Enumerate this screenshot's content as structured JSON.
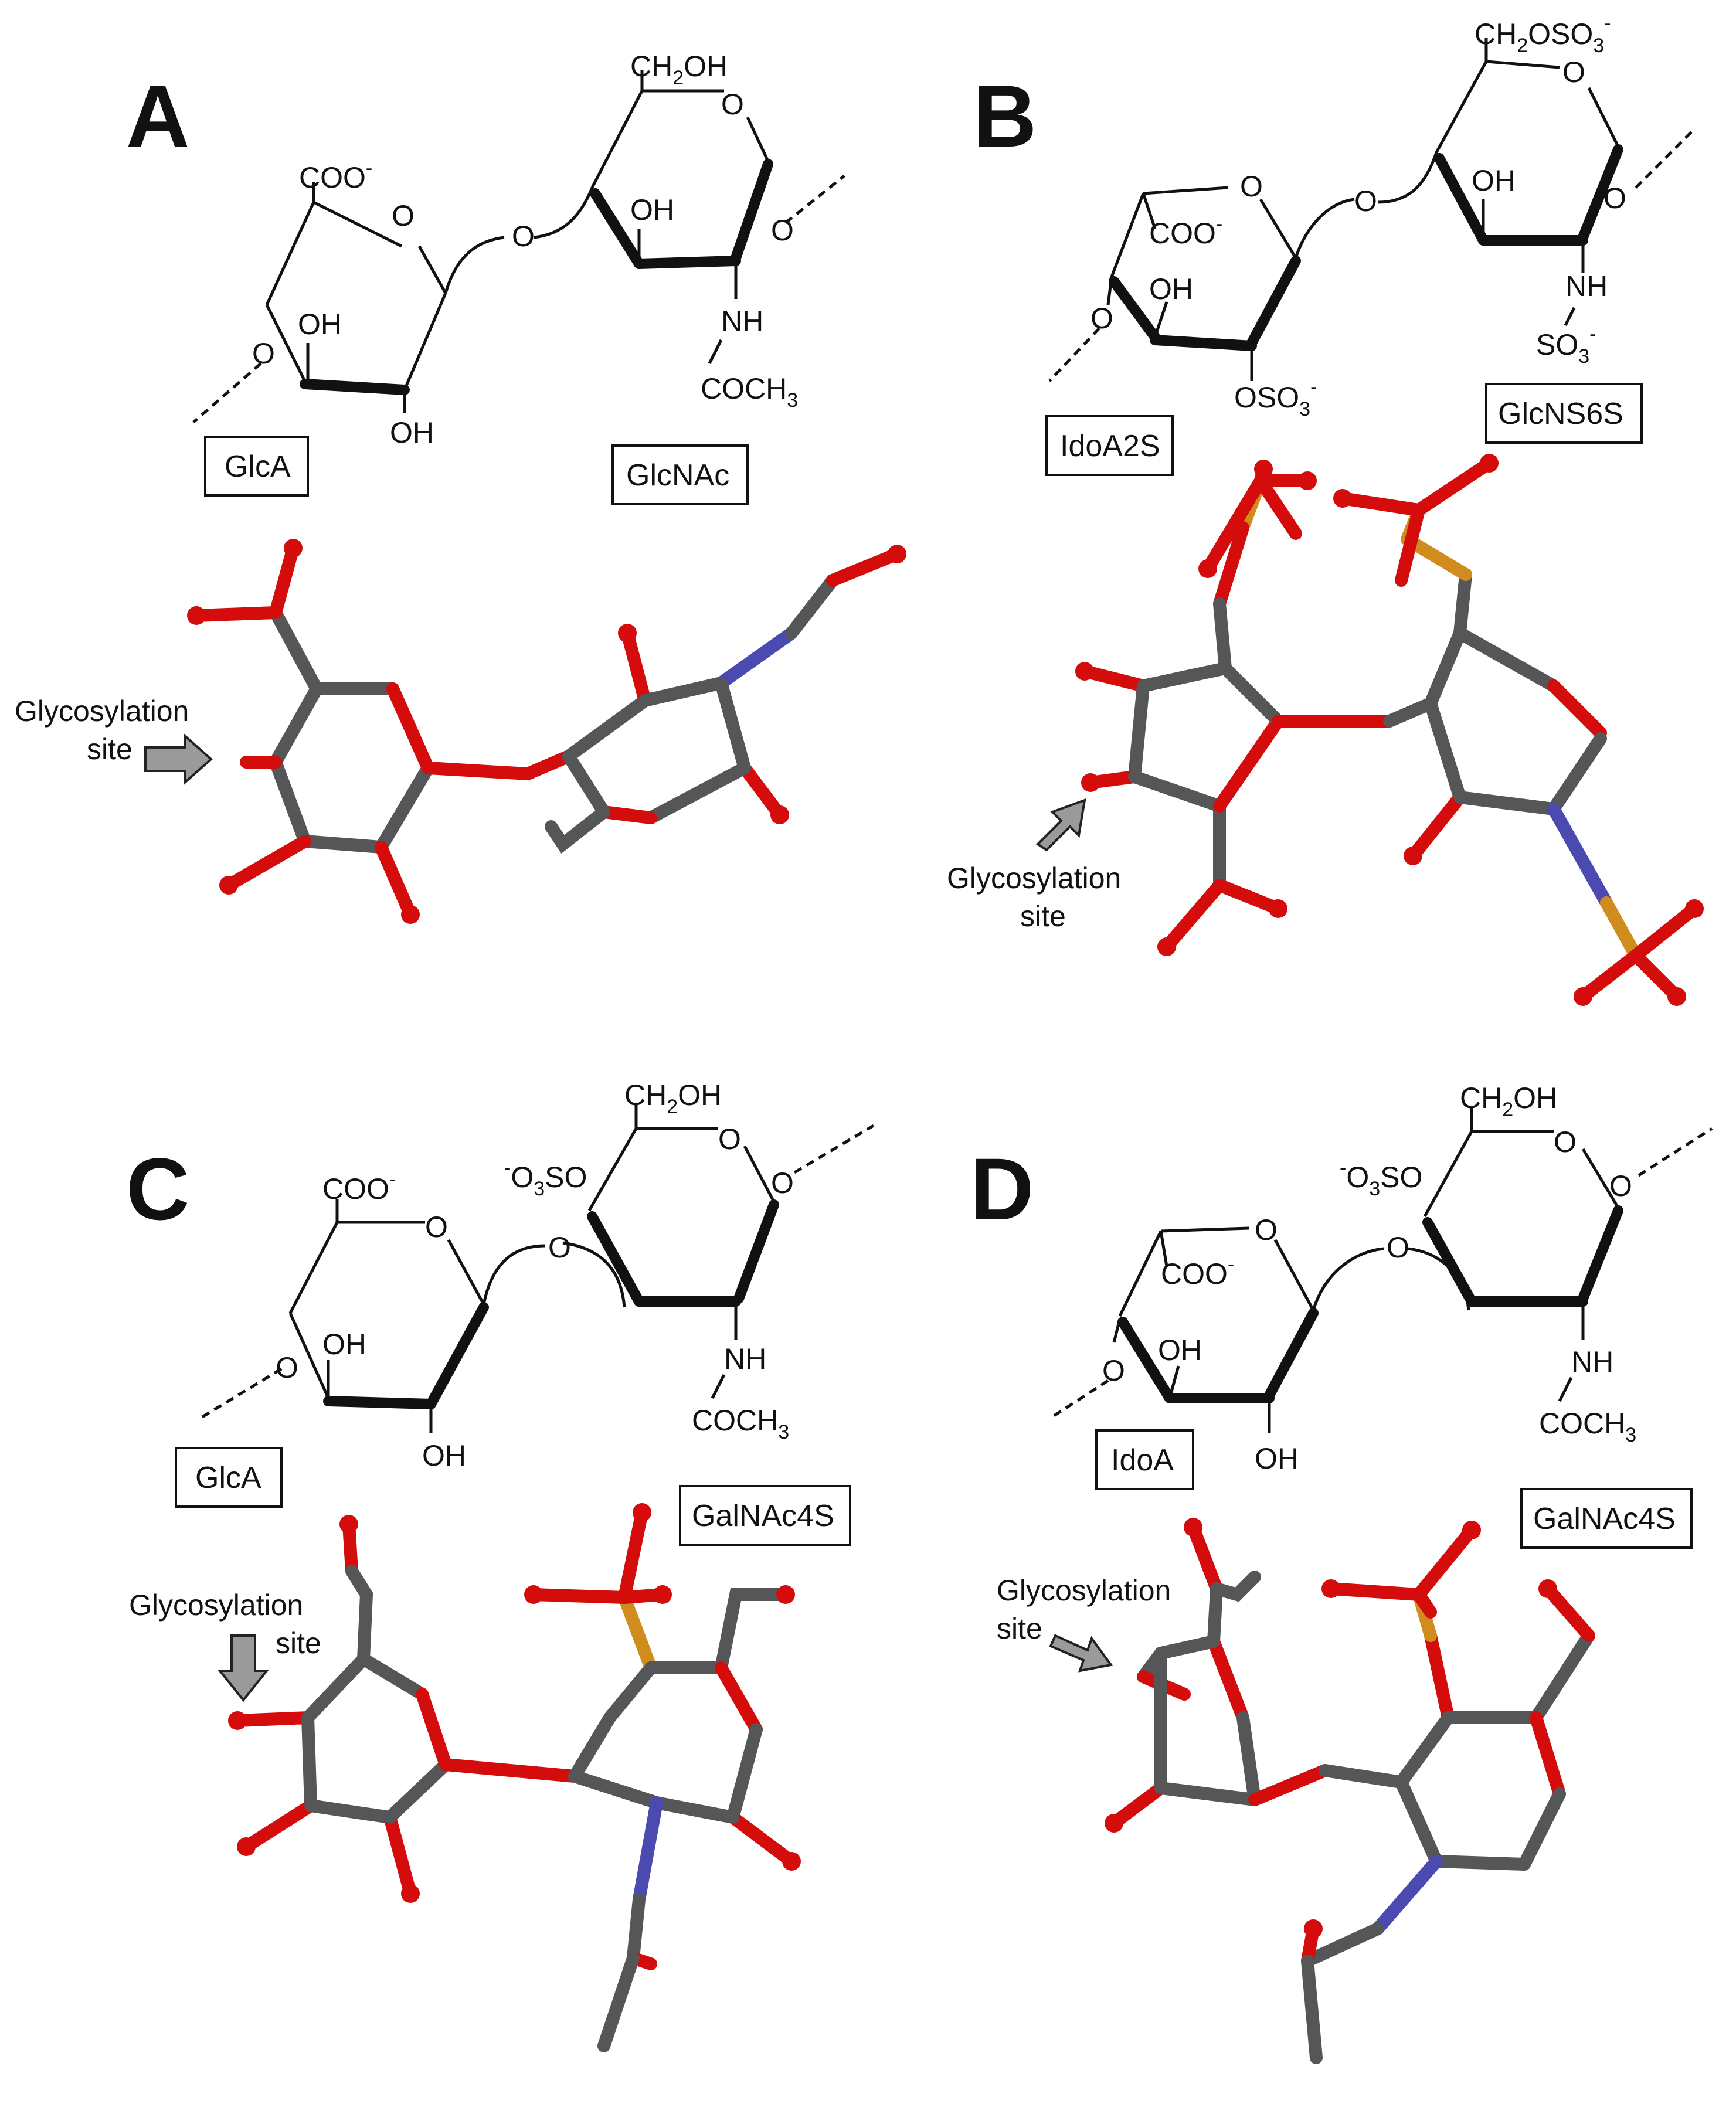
{
  "panels": [
    {
      "letter": "A",
      "residue_left": "GlcA",
      "residue_right": "GlcNAc",
      "site_line1": "Glycosylation",
      "site_line2": "site"
    },
    {
      "letter": "B",
      "residue_left": "IdoA2S",
      "residue_right": "GlcNS6S",
      "site_line1": "Glycosylation",
      "site_line2": "site"
    },
    {
      "letter": "C",
      "residue_left": "GlcA",
      "residue_right": "GalNAc4S",
      "site_line1": "Glycosylation",
      "site_line2": "site"
    },
    {
      "letter": "D",
      "residue_left": "IdoA",
      "residue_right": "GalNAc4S",
      "site_line1": "Glycosylation",
      "site_line2": "site"
    }
  ],
  "atoms": {
    "O": "O",
    "OH": "OH",
    "COO": "COO",
    "CH2OH_main": "CH",
    "CH2OH_sub": "2",
    "CH2OH_tail": "OH",
    "NH": "NH",
    "COCH3_main": "COCH",
    "COCH3_sub": "3",
    "OSO3_main": "OSO",
    "OSO3_sub": "3",
    "SO3_main": "SO",
    "SO3_sub": "3",
    "O3SO_pre": "O",
    "O3SO_sub": "3",
    "O3SO_tail": "SO",
    "CH2OSO3_main": "CH",
    "CH2OSO3_sub": "2",
    "CH2OSO3_mid": "OSO",
    "CH2OSO3_sub2": "3",
    "minus": "-"
  },
  "colors": {
    "carbon": "#555658",
    "oxygen": "#d40c0c",
    "nitrogen": "#4a4ab0",
    "sulfur": "#d08c1c",
    "arrow": "#9a9a9a"
  }
}
